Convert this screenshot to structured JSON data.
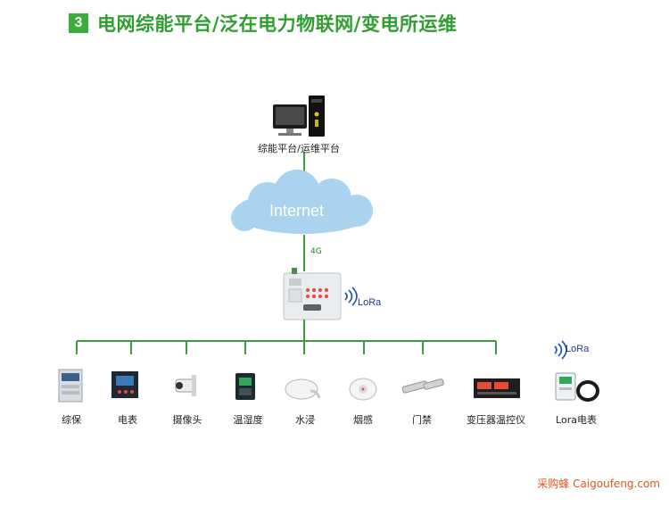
{
  "header": {
    "number": "3",
    "title": "电网综能平台/泛在电力物联网/变电所运维"
  },
  "top_node": {
    "label": "综能平台/运维平台"
  },
  "cloud": {
    "label": "Internet"
  },
  "link_label": "4G",
  "gateway": {
    "lora_label": "LoRa"
  },
  "devices": [
    {
      "label": "综保",
      "icon": "protection-relay-icon"
    },
    {
      "label": "电表",
      "icon": "power-meter-icon"
    },
    {
      "label": "摄像头",
      "icon": "camera-icon"
    },
    {
      "label": "温湿度",
      "icon": "humidity-sensor-icon"
    },
    {
      "label": "水浸",
      "icon": "water-leak-sensor-icon"
    },
    {
      "label": "烟感",
      "icon": "smoke-detector-icon"
    },
    {
      "label": "门禁",
      "icon": "door-sensor-icon"
    },
    {
      "label": "变压器温控仪",
      "icon": "transformer-temp-controller-icon"
    }
  ],
  "lora_device": {
    "label": "Lora电表",
    "lora_label": "LoRa",
    "icon": "lora-meter-icon"
  },
  "footer": "采购蜂 Caigoufeng.com",
  "colors": {
    "accent": "#3aae3a",
    "line": "#3e9b3e",
    "cloud": "#a9d3ee",
    "footer": "#e4541a"
  }
}
